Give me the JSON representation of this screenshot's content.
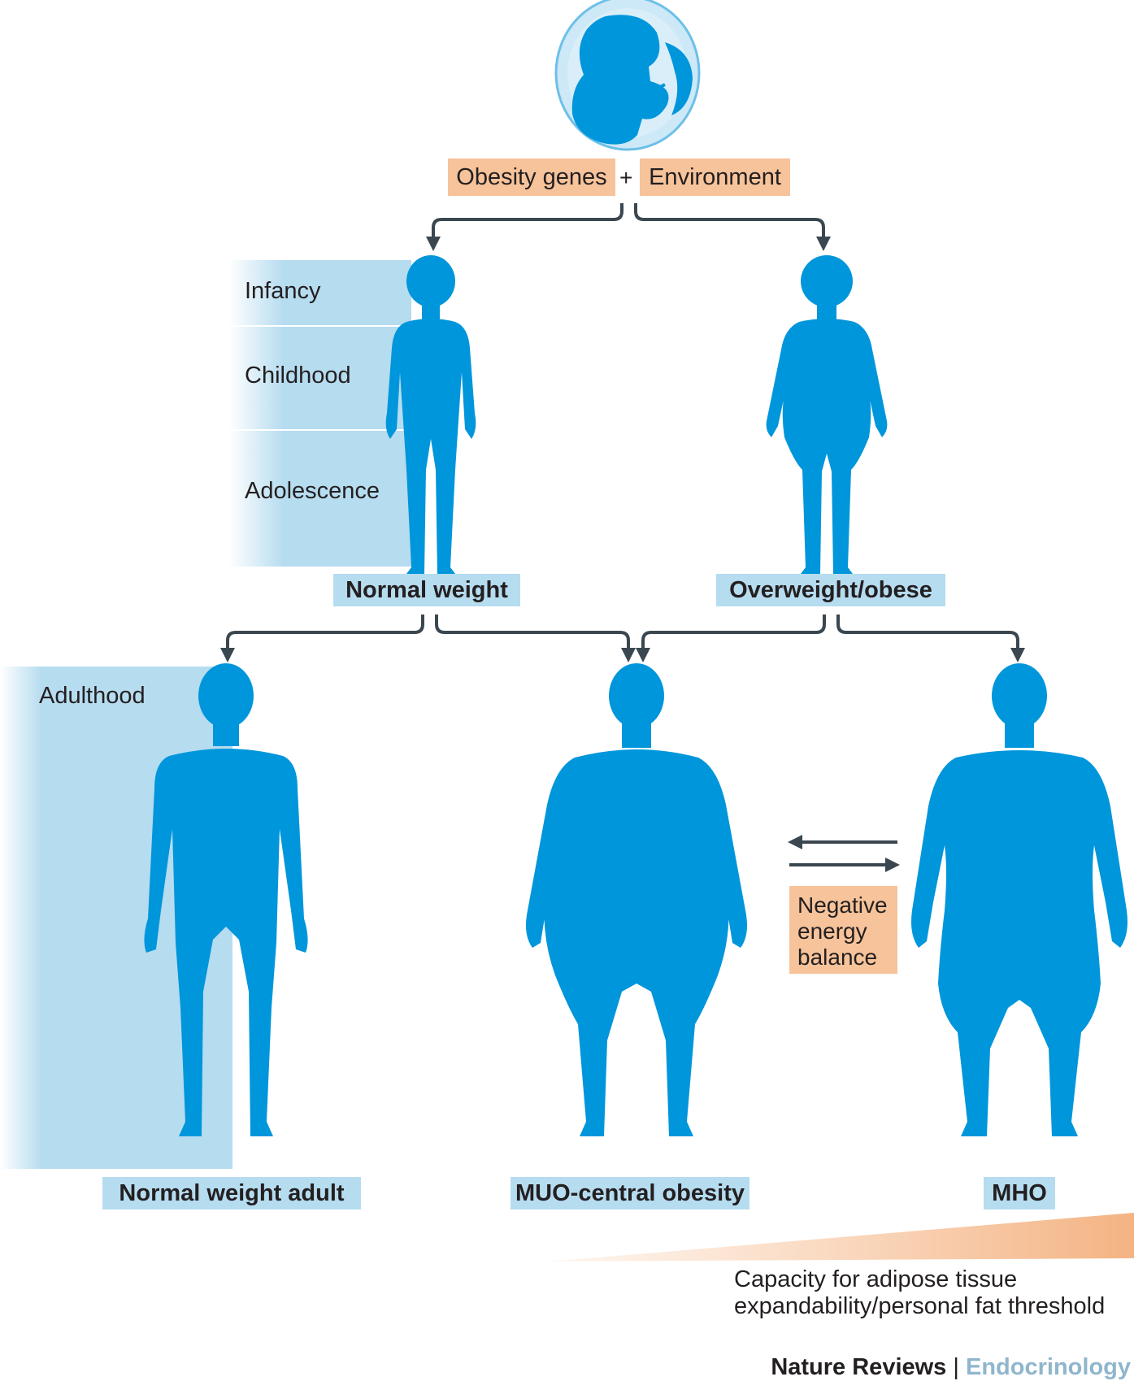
{
  "colors": {
    "figure": "#0096db",
    "arrow": "#3a4750",
    "orange_box": "#f7c39a",
    "blue_label": "#b6dcf0",
    "journal_accent": "#8fb6cc"
  },
  "top": {
    "genes": "Obesity genes",
    "plus": "+",
    "environment": "Environment"
  },
  "stages": {
    "infancy": "Infancy",
    "childhood": "Childhood",
    "adolescence": "Adolescence",
    "adulthood": "Adulthood"
  },
  "labels": {
    "normal_weight": "Normal weight",
    "overweight_obese": "Overweight/obese",
    "normal_weight_adult": "Normal weight adult",
    "muo": "MUO-central obesity",
    "mho": "MHO"
  },
  "balance": {
    "line1": "Negative",
    "line2": "energy",
    "line3": "balance"
  },
  "caption": {
    "line1": "Capacity for adipose tissue",
    "line2": "expandability/personal fat threshold"
  },
  "footer": {
    "journal": "Nature Reviews",
    "separator": "|",
    "section": "Endocrinology"
  },
  "icons": {
    "fetus": "fetus-in-womb-icon",
    "child": "child-silhouette-icon",
    "adult": "adult-silhouette-icon"
  }
}
